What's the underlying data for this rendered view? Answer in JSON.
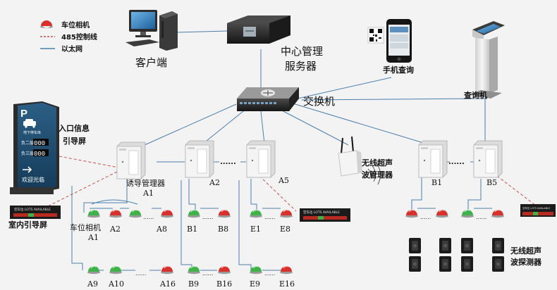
{
  "legend": {
    "camera": "车位相机",
    "rs485": "485控制线",
    "ethernet": "以太网"
  },
  "nodes": {
    "client": "客户端",
    "server_line1": "中心管理",
    "server_line2": "服务器",
    "switch": "交换机",
    "phone_query": "手机查询",
    "kiosk_query": "查询机",
    "entrance_line1": "入口信息",
    "entrance_line2": "引导屏",
    "indoor_screen": "室内引导屏",
    "guide_manager": "诱导管理器",
    "wireless_mgr_line1": "无线超声",
    "wireless_mgr_line2": "波管理器",
    "wireless_det_line1": "无线超声",
    "wireless_det_line2": "波探测器",
    "camera_label": "车位相机"
  },
  "entrance_sign": {
    "p_letter": "P",
    "header": "地下停车库",
    "floor1": "负二层",
    "floor2": "负三层",
    "count1": "000",
    "count2": "000",
    "welcome": "欢迎光临"
  },
  "managers": {
    "a1": "A1",
    "a2": "A2",
    "a5": "A5",
    "b1": "B1",
    "b5": "B5",
    "dots": "......"
  },
  "cameras": {
    "a1": "A1",
    "a2": "A2",
    "a8": "A8",
    "a9": "A9",
    "a10": "A10",
    "a16": "A16",
    "b1": "B1",
    "b8": "B8",
    "b9": "B9",
    "b16": "B16",
    "e1": "E1",
    "e8": "E8",
    "e9": "E9",
    "e16": "E16",
    "dots": "......"
  },
  "led_display": "空车位  LOTS AVAILABLE",
  "colors": {
    "ethernet": "#4a7fae",
    "rs485": "#c8504a",
    "cam_green": "#3fb24a",
    "cam_red": "#d8312b"
  }
}
